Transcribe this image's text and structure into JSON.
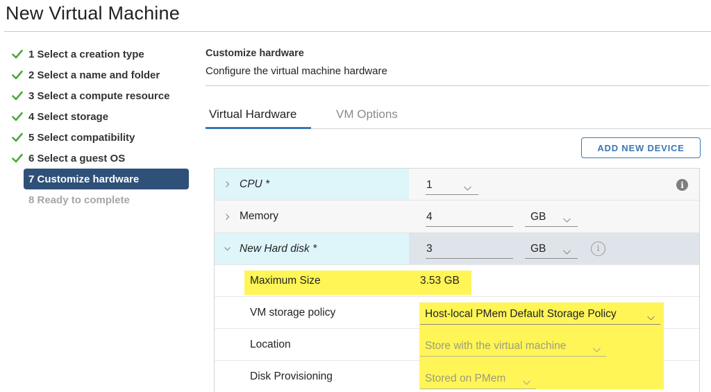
{
  "window": {
    "title": "New Virtual Machine"
  },
  "steps": [
    {
      "label": "1 Select a creation type",
      "state": "done"
    },
    {
      "label": "2 Select a name and folder",
      "state": "done"
    },
    {
      "label": "3 Select a compute resource",
      "state": "done"
    },
    {
      "label": "4 Select storage",
      "state": "done"
    },
    {
      "label": "5 Select compatibility",
      "state": "done"
    },
    {
      "label": "6 Select a guest OS",
      "state": "done"
    },
    {
      "label": "7 Customize hardware",
      "state": "active"
    },
    {
      "label": "8 Ready to complete",
      "state": "pending"
    }
  ],
  "section": {
    "title": "Customize hardware",
    "subtitle": "Configure the virtual machine hardware"
  },
  "tabs": [
    {
      "label": "Virtual Hardware",
      "active": true
    },
    {
      "label": "VM Options",
      "active": false
    }
  ],
  "toolbar": {
    "add_device_label": "ADD NEW DEVICE"
  },
  "hardware": {
    "cpu": {
      "label": "CPU *",
      "value": "1",
      "expanded": false
    },
    "memory": {
      "label": "Memory",
      "value": "4",
      "unit": "GB",
      "expanded": false
    },
    "disk": {
      "label": "New Hard disk *",
      "value": "3",
      "unit": "GB",
      "expanded": true,
      "max_size_label": "Maximum Size",
      "max_size_value": "3.53 GB",
      "storage_policy_label": "VM storage policy",
      "storage_policy_value": "Host-local PMem Default Storage Policy",
      "location_label": "Location",
      "location_value": "Store with the virtual machine",
      "provisioning_label": "Disk Provisioning",
      "provisioning_value": "Stored on PMem"
    }
  },
  "colors": {
    "accent": "#3b76b5",
    "active_step_bg": "#2f5078",
    "check_green": "#4aa83a",
    "highlight_yellow": "#fff557",
    "row_highlight": "#def6fa"
  }
}
